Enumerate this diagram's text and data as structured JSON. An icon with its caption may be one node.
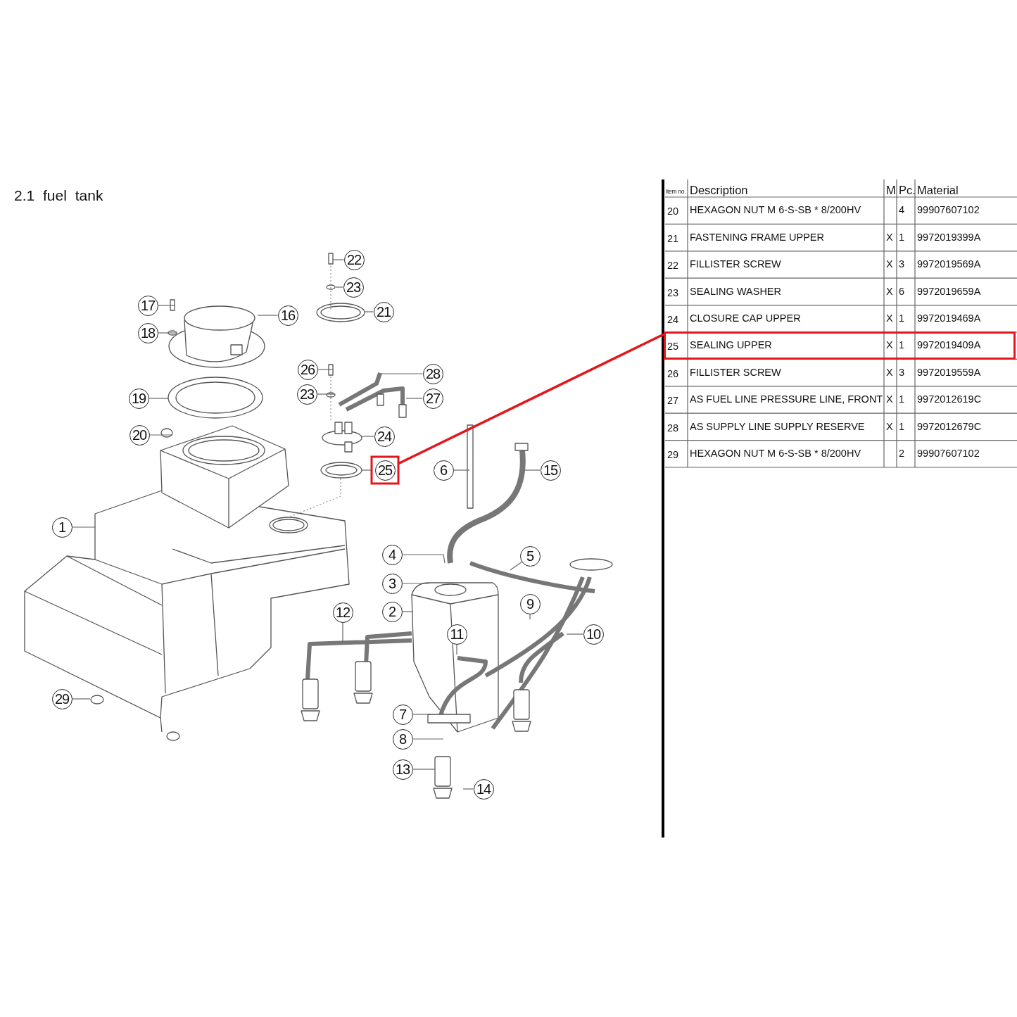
{
  "diagram": {
    "title": "2.1 fuel tank",
    "nodes": [
      {
        "text": [
          "22"
        ]
      },
      {
        "text": [
          "23"
        ]
      },
      {
        "text": [
          "17"
        ]
      },
      {
        "text": [
          "21"
        ]
      },
      {
        "text": [
          "16"
        ]
      },
      {
        "text": [
          "18"
        ]
      },
      {
        "text": [
          "26"
        ]
      },
      {
        "text": [
          "28"
        ]
      },
      {
        "text": [
          "23"
        ]
      },
      {
        "text": [
          "19"
        ]
      },
      {
        "text": [
          "27"
        ]
      },
      {
        "text": [
          "20"
        ]
      },
      {
        "text": [
          "24"
        ]
      },
      {
        "text": [
          "25"
        ]
      },
      {
        "text": [
          "6"
        ]
      },
      {
        "text": [
          "15"
        ]
      },
      {
        "text": [
          "1"
        ]
      },
      {
        "text": [
          "4"
        ]
      },
      {
        "text": [
          "5"
        ]
      },
      {
        "text": [
          "3"
        ]
      },
      {
        "text": [
          "9"
        ]
      },
      {
        "text": [
          "2"
        ]
      },
      {
        "text": [
          "12"
        ]
      },
      {
        "text": [
          "11"
        ]
      },
      {
        "text": [
          "10"
        ]
      },
      {
        "text": [
          "29"
        ]
      },
      {
        "text": [
          "7"
        ]
      },
      {
        "text": [
          "8"
        ]
      },
      {
        "text": [
          "13"
        ]
      },
      {
        "text": [
          "14"
        ]
      },
      {
        "text": [
          "25",
          "SEALING UPPER",
          "X",
          "1",
          "9972019409A"
        ]
      }
    ],
    "edges": [
      {
        "from": 0,
        "to": null,
        "arrow": "none"
      },
      {
        "from": 1,
        "to": null,
        "arrow": "none"
      },
      {
        "from": 2,
        "to": null,
        "arrow": "none"
      },
      {
        "from": 3,
        "to": null,
        "arrow": "none"
      },
      {
        "from": 4,
        "to": null,
        "arrow": "none"
      },
      {
        "from": 5,
        "to": null,
        "arrow": "none"
      },
      {
        "from": 6,
        "to": null,
        "arrow": "none"
      },
      {
        "from": 7,
        "to": null,
        "arrow": "none"
      },
      {
        "from": 8,
        "to": null,
        "arrow": "none"
      },
      {
        "from": 9,
        "to": null,
        "arrow": "none"
      },
      {
        "from": 10,
        "to": null,
        "arrow": "none"
      },
      {
        "from": 11,
        "to": null,
        "arrow": "none"
      },
      {
        "from": 12,
        "to": null,
        "arrow": "none"
      },
      {
        "from": 13,
        "to": null,
        "arrow": "none"
      },
      {
        "from": 14,
        "to": null,
        "arrow": "none"
      },
      {
        "from": 15,
        "to": null,
        "arrow": "none"
      },
      {
        "from": 16,
        "to": null,
        "arrow": "none"
      },
      {
        "from": 17,
        "to": null,
        "arrow": "none"
      },
      {
        "from": 18,
        "to": null,
        "arrow": "none"
      },
      {
        "from": 19,
        "to": null,
        "arrow": "none"
      },
      {
        "from": 20,
        "to": null,
        "arrow": "none"
      },
      {
        "from": 21,
        "to": null,
        "arrow": "none"
      },
      {
        "from": 22,
        "to": null,
        "arrow": "none"
      },
      {
        "from": 23,
        "to": null,
        "arrow": "none"
      },
      {
        "from": 24,
        "to": null,
        "arrow": "none"
      },
      {
        "from": 25,
        "to": null,
        "arrow": "none"
      },
      {
        "from": 26,
        "to": null,
        "arrow": "none"
      },
      {
        "from": 27,
        "to": null,
        "arrow": "none"
      },
      {
        "from": 28,
        "to": null,
        "arrow": "none"
      },
      {
        "from": 29,
        "to": null,
        "arrow": "none"
      },
      {
        "from": 13,
        "to": 30,
        "arrow": "none",
        "style": "thick",
        "color": "#e3161b"
      }
    ],
    "labels": [
      "Item no.",
      "Description",
      "M",
      "Pc.",
      "Material",
      "20",
      "HEXAGON NUT M 6-S-SB * 8/200HV",
      "4",
      "99907607102",
      "21",
      "FASTENING FRAME UPPER",
      "X",
      "1",
      "9972019399A",
      "22",
      "FILLISTER SCREW",
      "X",
      "3",
      "9972019569A",
      "23",
      "SEALING WASHER",
      "X",
      "6",
      "9972019659A",
      "24",
      "CLOSURE CAP UPPER",
      "X",
      "1",
      "9972019469A",
      "26",
      "FILLISTER SCREW",
      "X",
      "3",
      "9972019559A",
      "27",
      "AS FUEL LINE PRESSURE LINE, FRONT",
      "X",
      "1",
      "9972012619C",
      "28",
      "AS SUPPLY LINE SUPPLY RESERVE",
      "X",
      "1",
      "9972012679C",
      "29",
      "HEXAGON NUT M 6-S-SB * 8/200HV",
      "2",
      "99907607102"
    ]
  }
}
